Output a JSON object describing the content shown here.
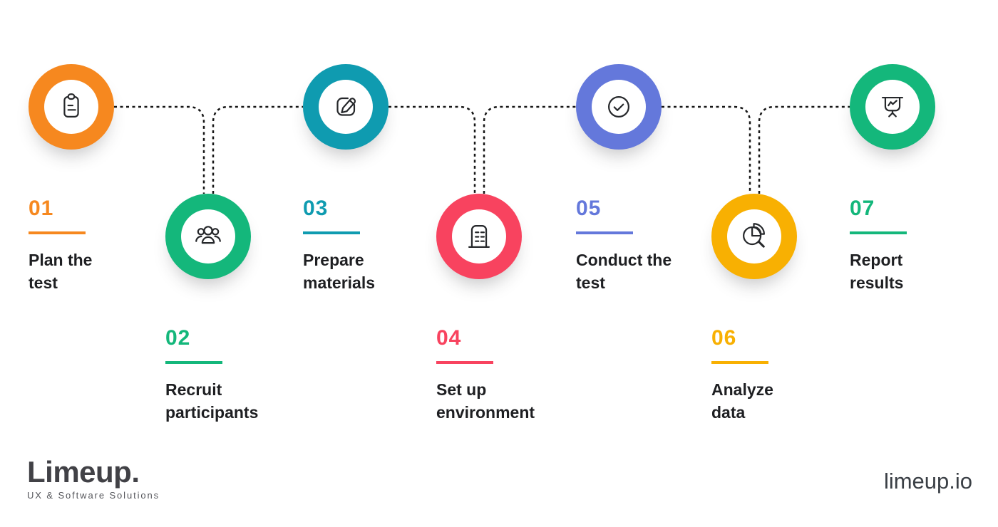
{
  "steps": [
    {
      "number": "01",
      "label": "Plan the test",
      "label_lines": [
        "Plan the",
        "test"
      ],
      "color": "#F6881F",
      "icon": "clipboard-icon",
      "row": "top"
    },
    {
      "number": "02",
      "label": "Recruit participants",
      "label_lines": [
        "Recruit",
        "participants"
      ],
      "color": "#14B77B",
      "icon": "users-icon",
      "row": "bottom"
    },
    {
      "number": "03",
      "label": "Prepare materials",
      "label_lines": [
        "Prepare",
        "materials"
      ],
      "color": "#0F9BB0",
      "icon": "pencil-edit-icon",
      "row": "top"
    },
    {
      "number": "04",
      "label": "Set up environment",
      "label_lines": [
        "Set up",
        "environment"
      ],
      "color": "#F8435F",
      "icon": "document-list-icon",
      "row": "bottom"
    },
    {
      "number": "05",
      "label": "Conduct the test",
      "label_lines": [
        "Conduct the",
        "test"
      ],
      "color": "#6478DB",
      "icon": "check-circle-icon",
      "row": "top"
    },
    {
      "number": "06",
      "label": "Analyze data",
      "label_lines": [
        "Analyze",
        "data"
      ],
      "color": "#F8B002",
      "icon": "pie-search-icon",
      "row": "bottom"
    },
    {
      "number": "07",
      "label": "Report results",
      "label_lines": [
        "Report",
        "results"
      ],
      "color": "#14B77B",
      "icon": "presentation-chart-icon",
      "row": "top"
    }
  ],
  "connector": {
    "color": "#161616"
  },
  "footer": {
    "logo_text": "Limeup.",
    "logo_tagline": "UX & Software Solutions",
    "website": "limeup.io"
  }
}
